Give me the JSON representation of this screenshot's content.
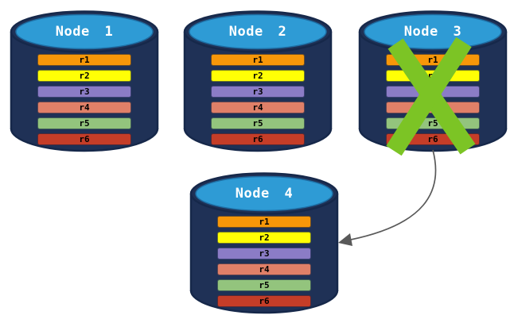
{
  "colors": {
    "cylinder_body": "#1F3156",
    "cylinder_outline": "#16284A",
    "cylinder_top": "#2E9BD5",
    "cylinder_top_edge": "#1E6FA5",
    "title_text": "#FFFFFF",
    "row_text": "#000000",
    "failure_x": "#7CC425",
    "arrow": "#595959"
  },
  "icons": {
    "failure": "x-cross",
    "failover": "curved-arrow-left"
  },
  "nodes": [
    {
      "label": "Node 1",
      "failed": false,
      "rows": [
        {
          "label": "r1",
          "color": "#F79709"
        },
        {
          "label": "r2",
          "color": "#FFFF05"
        },
        {
          "label": "r3",
          "color": "#8B7CC6"
        },
        {
          "label": "r4",
          "color": "#E08068"
        },
        {
          "label": "r5",
          "color": "#93C47D"
        },
        {
          "label": "r6",
          "color": "#C53D28"
        }
      ]
    },
    {
      "label": "Node 2",
      "failed": false,
      "rows": [
        {
          "label": "r1",
          "color": "#F79709"
        },
        {
          "label": "r2",
          "color": "#FFFF05"
        },
        {
          "label": "r3",
          "color": "#8B7CC6"
        },
        {
          "label": "r4",
          "color": "#E08068"
        },
        {
          "label": "r5",
          "color": "#93C47D"
        },
        {
          "label": "r6",
          "color": "#C53D28"
        }
      ]
    },
    {
      "label": "Node 3",
      "failed": true,
      "rows": [
        {
          "label": "r1",
          "color": "#F79709"
        },
        {
          "label": "r2",
          "color": "#FFFF05"
        },
        {
          "label": "r3",
          "color": "#8B7CC6"
        },
        {
          "label": "r4",
          "color": "#E08068"
        },
        {
          "label": "r5",
          "color": "#93C47D"
        },
        {
          "label": "r6",
          "color": "#C53D28"
        }
      ]
    },
    {
      "label": "Node 4",
      "failed": false,
      "rows": [
        {
          "label": "r1",
          "color": "#F79709"
        },
        {
          "label": "r2",
          "color": "#FFFF05"
        },
        {
          "label": "r3",
          "color": "#8B7CC6"
        },
        {
          "label": "r4",
          "color": "#E08068"
        },
        {
          "label": "r5",
          "color": "#93C47D"
        },
        {
          "label": "r6",
          "color": "#C53D28"
        }
      ]
    }
  ]
}
